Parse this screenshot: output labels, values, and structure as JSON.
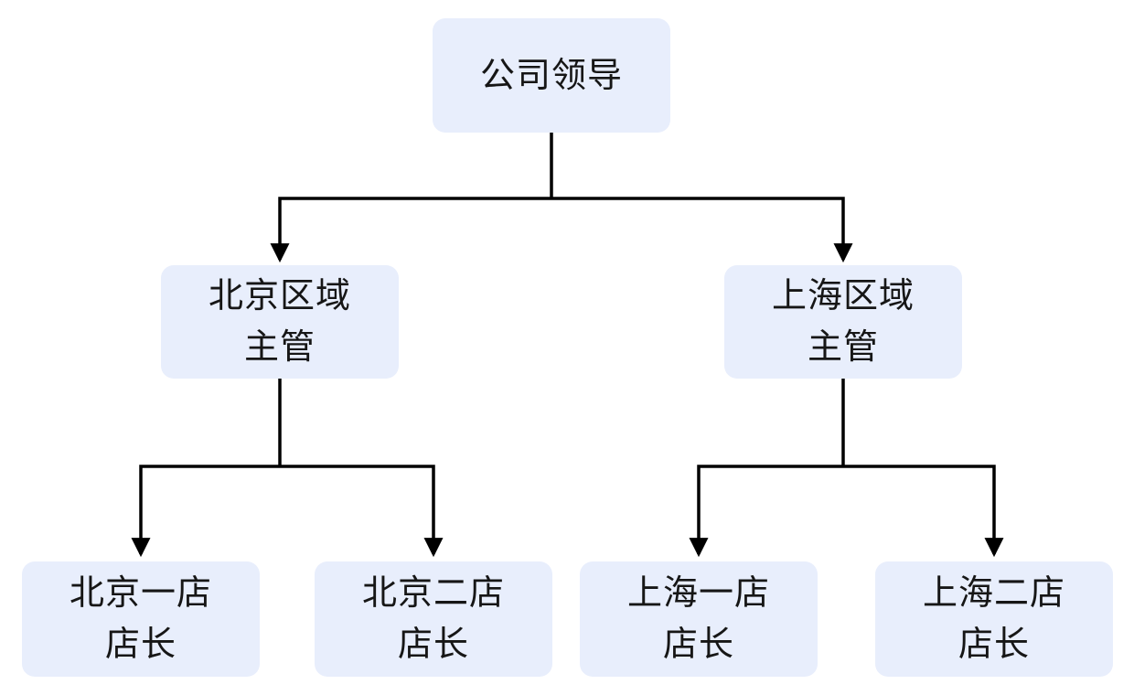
{
  "diagram": {
    "type": "org-chart",
    "nodes": {
      "root": {
        "line1": "公司领导"
      },
      "beijing_region": {
        "line1": "北京区域",
        "line2": "主管"
      },
      "shanghai_region": {
        "line1": "上海区域",
        "line2": "主管"
      },
      "beijing_store1": {
        "line1": "北京一店",
        "line2": "店长"
      },
      "beijing_store2": {
        "line1": "北京二店",
        "line2": "店长"
      },
      "shanghai_store1": {
        "line1": "上海一店",
        "line2": "店长"
      },
      "shanghai_store2": {
        "line1": "上海二店",
        "line2": "店长"
      }
    },
    "edges": [
      [
        "root",
        "beijing_region"
      ],
      [
        "root",
        "shanghai_region"
      ],
      [
        "beijing_region",
        "beijing_store1"
      ],
      [
        "beijing_region",
        "beijing_store2"
      ],
      [
        "shanghai_region",
        "shanghai_store1"
      ],
      [
        "shanghai_region",
        "shanghai_store2"
      ]
    ],
    "colors": {
      "node_fill": "#e8eefc",
      "node_text": "#161616",
      "connector": "#000000",
      "background": "#ffffff"
    }
  }
}
